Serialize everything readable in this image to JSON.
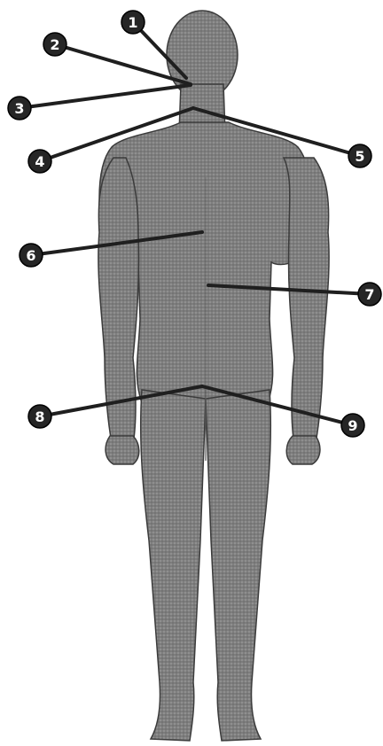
{
  "diagram": {
    "colors": {
      "body_fill": "#7d7d7d",
      "body_outline": "#3b3b3b",
      "leader_line": "#1f1f1f",
      "marker_fill": "#262626",
      "marker_text": "#ffffff",
      "background": "#ffffff"
    },
    "markers": [
      {
        "label": "1"
      },
      {
        "label": "2"
      },
      {
        "label": "3"
      },
      {
        "label": "4"
      },
      {
        "label": "5"
      },
      {
        "label": "6"
      },
      {
        "label": "7"
      },
      {
        "label": "8"
      },
      {
        "label": "9"
      }
    ]
  }
}
